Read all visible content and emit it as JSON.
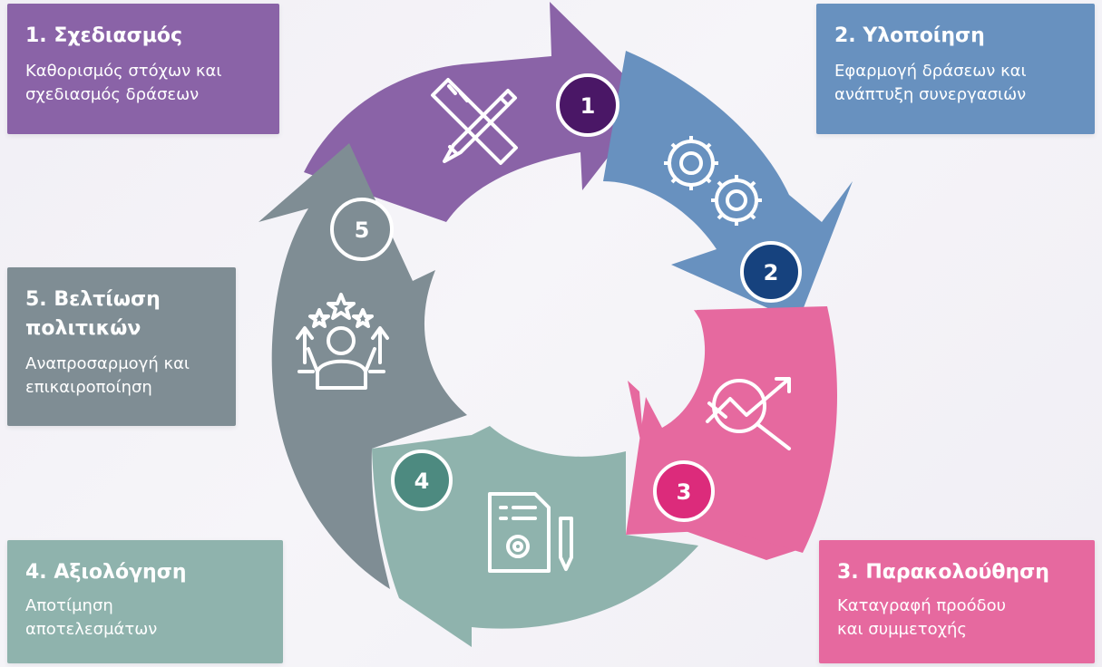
{
  "steps": [
    {
      "number": "1",
      "title": "1. Σχεδιασμός",
      "description": "Καθορισμός στόχων και\nσχεδιασμός δράσεων",
      "color": "#8a63a7",
      "badge_color": "#4a1766",
      "icon": "pencil-ruler-icon"
    },
    {
      "number": "2",
      "title": "2. Υλοποίηση",
      "description": "Εφαρμογή δράσεων και\nανάπτυξη συνεργασιών",
      "color": "#6891bf",
      "badge_color": "#16427e",
      "icon": "gears-icon"
    },
    {
      "number": "3",
      "title": "3. Παρακολούθηση",
      "description": "Καταγραφή προόδου\nκαι συμμετοχής",
      "color": "#e6699f",
      "badge_color": "#dc2b7b",
      "icon": "magnifier-chart-icon"
    },
    {
      "number": "4",
      "title": "4. Αξιολόγηση",
      "description": "Αποτίμηση\nαποτελεσμάτων",
      "color": "#8fb3ad",
      "badge_color": "#4d8a80",
      "icon": "document-gear-icon"
    },
    {
      "number": "5",
      "title": "5. Βελτίωση\nπολιτικών",
      "description": "Αναπροσαρμογή και\nεπικαιροποίηση",
      "color": "#7f8d94",
      "badge_color": "#7f8d94",
      "icon": "person-stars-icon"
    }
  ]
}
